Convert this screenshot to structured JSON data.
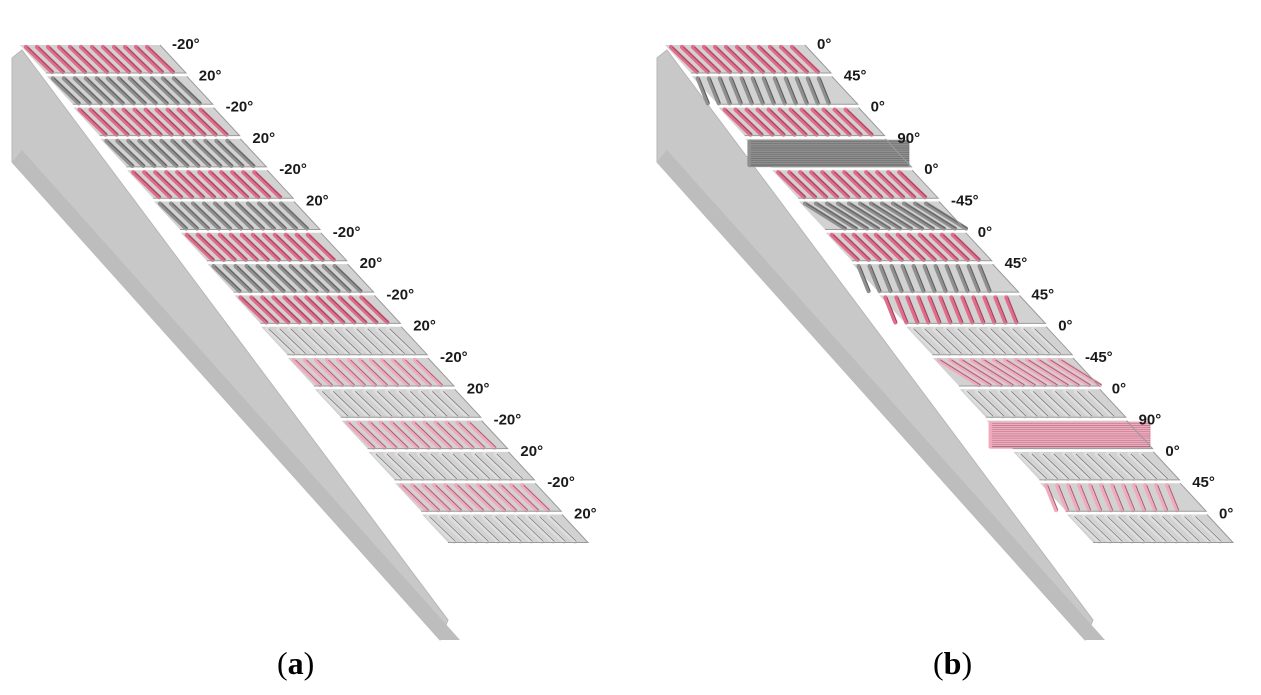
{
  "colors": {
    "fiber_pink": "#e46a8a",
    "fiber_pink_light": "#f3a9bd",
    "fiber_grey": "#8f8f8f",
    "fiber_grey_light": "#dedede",
    "tape_face": "#d2d2d2",
    "side_face": "#c8c8c8"
  },
  "panels": [
    {
      "id": "a",
      "caption_open": "(",
      "caption_letter": "a",
      "caption_close": ")",
      "plies": [
        "-20°",
        "20°",
        "-20°",
        "20°",
        "-20°",
        "20°",
        "-20°",
        "20°",
        "-20°",
        "20°",
        "-20°",
        "20°",
        "-20°",
        "20°",
        "-20°",
        "20°"
      ],
      "ply_colors": [
        "pink",
        "grey",
        "pink",
        "grey",
        "pink",
        "grey",
        "pink",
        "grey",
        "pink",
        "grey",
        "pink",
        "grey",
        "pink",
        "grey",
        "pink",
        "grey"
      ]
    },
    {
      "id": "b",
      "caption_open": "(",
      "caption_letter": "b",
      "caption_close": ")",
      "plies": [
        "0°",
        "45°",
        "0°",
        "90°",
        "0°",
        "-45°",
        "0°",
        "45°",
        "45°",
        "0°",
        "-45°",
        "0°",
        "90°",
        "0°",
        "45°",
        "0°"
      ],
      "ply_colors": [
        "pink",
        "grey",
        "pink",
        "grey",
        "pink",
        "grey",
        "pink",
        "grey",
        "pink",
        "grey",
        "pink",
        "grey",
        "pink",
        "grey",
        "pink",
        "grey"
      ]
    }
  ]
}
